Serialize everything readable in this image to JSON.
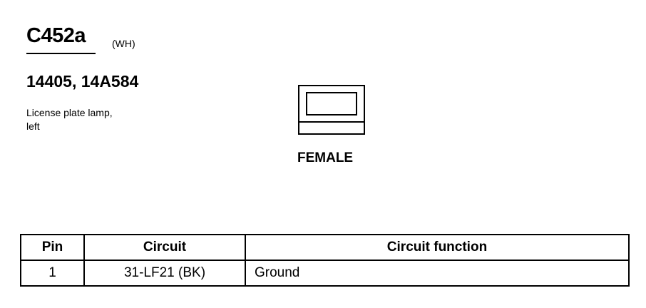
{
  "connector": {
    "id": "C452a",
    "color": "(WH)",
    "part_numbers": "14405, 14A584",
    "description": "License plate lamp,\nleft",
    "gender": "FEMALE"
  },
  "pin_table": {
    "headers": {
      "pin": "Pin",
      "circuit": "Circuit",
      "function": "Circuit function"
    },
    "rows": [
      {
        "pin": "1",
        "circuit": "31-LF21 (BK)",
        "function": "Ground"
      }
    ]
  }
}
